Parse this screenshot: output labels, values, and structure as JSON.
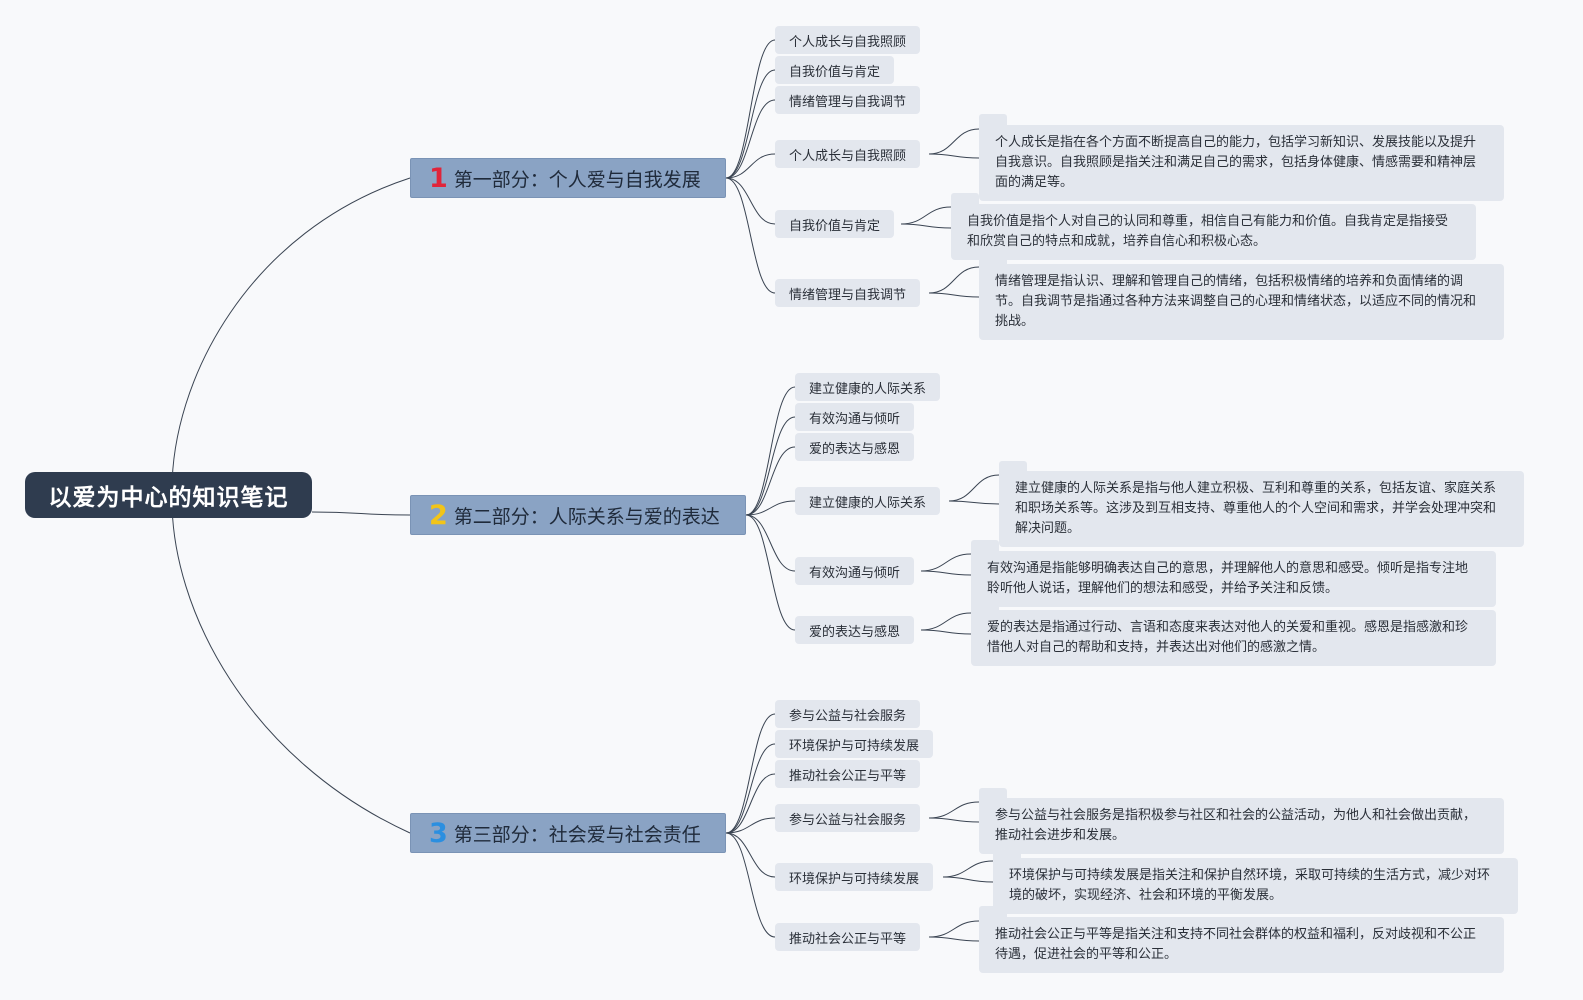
{
  "root": {
    "title": "以爱为中心的知识笔记"
  },
  "sections": [
    {
      "number": "1",
      "number_color": "#e0243a",
      "title": "第一部分：个人爱与自我发展",
      "topics": [
        "个人成长与自我照顾",
        "自我价值与肯定",
        "情绪管理与自我调节"
      ],
      "details": [
        {
          "label": "个人成长与自我照顾",
          "text": "个人成长是指在各个方面不断提高自己的能力，包括学习新知识、发展技能以及提升自我意识。自我照顾是指关注和满足自己的需求，包括身体健康、情感需要和精神层面的满足等。"
        },
        {
          "label": "自我价值与肯定",
          "text": "自我价值是指个人对自己的认同和尊重，相信自己有能力和价值。自我肯定是指接受和欣赏自己的特点和成就，培养自信心和积极心态。"
        },
        {
          "label": "情绪管理与自我调节",
          "text": "情绪管理是指认识、理解和管理自己的情绪，包括积极情绪的培养和负面情绪的调节。自我调节是指通过各种方法来调整自己的心理和情绪状态，以适应不同的情况和挑战。"
        }
      ]
    },
    {
      "number": "2",
      "number_color": "#f2c418",
      "title": "第二部分：人际关系与爱的表达",
      "topics": [
        "建立健康的人际关系",
        "有效沟通与倾听",
        "爱的表达与感恩"
      ],
      "details": [
        {
          "label": "建立健康的人际关系",
          "text": "建立健康的人际关系是指与他人建立积极、互利和尊重的关系，包括友谊、家庭关系和职场关系等。这涉及到互相支持、尊重他人的个人空间和需求，并学会处理冲突和解决问题。"
        },
        {
          "label": "有效沟通与倾听",
          "text": "有效沟通是指能够明确表达自己的意思，并理解他人的意思和感受。倾听是指专注地聆听他人说话，理解他们的想法和感受，并给予关注和反馈。"
        },
        {
          "label": "爱的表达与感恩",
          "text": "爱的表达是指通过行动、言语和态度来表达对他人的关爱和重视。感恩是指感激和珍惜他人对自己的帮助和支持，并表达出对他们的感激之情。"
        }
      ]
    },
    {
      "number": "3",
      "number_color": "#2b8fe0",
      "title": "第三部分：社会爱与社会责任",
      "topics": [
        "参与公益与社会服务",
        "环境保护与可持续发展",
        "推动社会公正与平等"
      ],
      "details": [
        {
          "label": "参与公益与社会服务",
          "text": "参与公益与社会服务是指积极参与社区和社会的公益活动，为他人和社会做出贡献，推动社会进步和发展。"
        },
        {
          "label": "环境保护与可持续发展",
          "text": "环境保护与可持续发展是指关注和保护自然环境，采取可持续的生活方式，减少对环境的破坏，实现经济、社会和环境的平衡发展。"
        },
        {
          "label": "推动社会公正与平等",
          "text": "推动社会公正与平等是指关注和支持不同社会群体的权益和福利，反对歧视和不公正待遇，促进社会的平等和公正。"
        }
      ]
    }
  ],
  "colors": {
    "root_bg": "#2f3c4f",
    "section_bg": "#8aa3c4",
    "node_bg": "#e3e7ee",
    "line": "#3a4452"
  }
}
